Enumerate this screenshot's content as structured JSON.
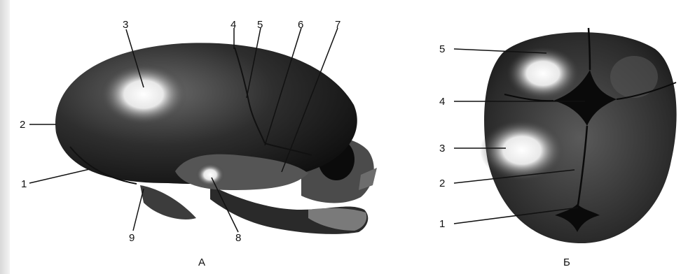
{
  "figure_a": {
    "caption": "А",
    "labels": [
      "1",
      "2",
      "3",
      "4",
      "5",
      "6",
      "7",
      "8",
      "9"
    ]
  },
  "figure_b": {
    "caption": "Б",
    "labels": [
      "1",
      "2",
      "3",
      "4",
      "5"
    ]
  }
}
